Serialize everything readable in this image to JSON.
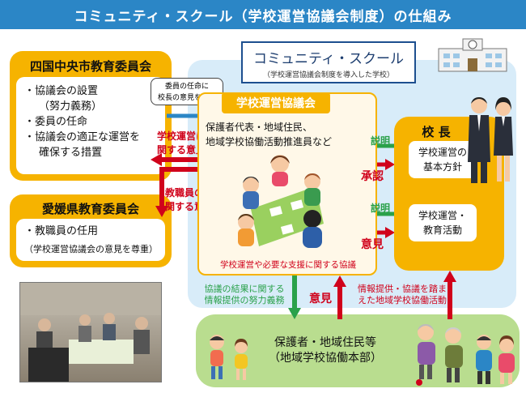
{
  "title": "コミュニティ・スクール（学校運営協議会制度）の仕組み",
  "community_school": {
    "title": "コミュニティ・スクール",
    "subtitle": "（学校運営協議会制度を導入した学校）"
  },
  "shikoku_board": {
    "title": "四国中央市教育委員会",
    "items": [
      "・協議会の設置",
      "（努力義務）",
      "・委員の任命",
      "・協議会の適正な運営を",
      "確保する措置"
    ]
  },
  "ehime_board": {
    "title": "愛媛県教育委員会",
    "items": [
      "・教職員の任用",
      "（学校運営協議会の意見を尊重）"
    ]
  },
  "callout": {
    "lines": [
      "委員の任命に",
      "校長の意見を反映"
    ]
  },
  "council": {
    "title": "学校運営協議会",
    "members": [
      "保護者代表・地域住民、",
      "地域学校協働活動推進員など"
    ],
    "bottom": "学校運営や必要な支援に関する協議"
  },
  "principal": {
    "title": "校 長",
    "policy": [
      "学校運営の",
      "基本方針"
    ],
    "activity": [
      "学校運営・",
      "教育活動"
    ]
  },
  "arrows": {
    "explain1": "説明",
    "approve": "承認",
    "explain2": "説明",
    "opinion_principal": "意見",
    "opinion_school_ops": [
      "学校運営に",
      "関する意見"
    ],
    "opinion_staff": [
      "教職員の任用に",
      "関する意見"
    ],
    "effort": [
      "協議の結果に関する",
      "情報提供の努力義務"
    ],
    "opinion_bottom": "意見",
    "info": [
      "情報提供・協議を踏ま",
      "えた地域学校協働活動"
    ]
  },
  "community": {
    "lines": [
      "保護者・地域住民等",
      "（地域学校協働本部）"
    ]
  },
  "colors": {
    "title_bar": "#2b86c6",
    "yellow": "#f6b300",
    "red": "#d0021b",
    "green": "#2aa14a",
    "blue_bg": "#d8ecf9",
    "green_bg": "#b9dd8f"
  }
}
